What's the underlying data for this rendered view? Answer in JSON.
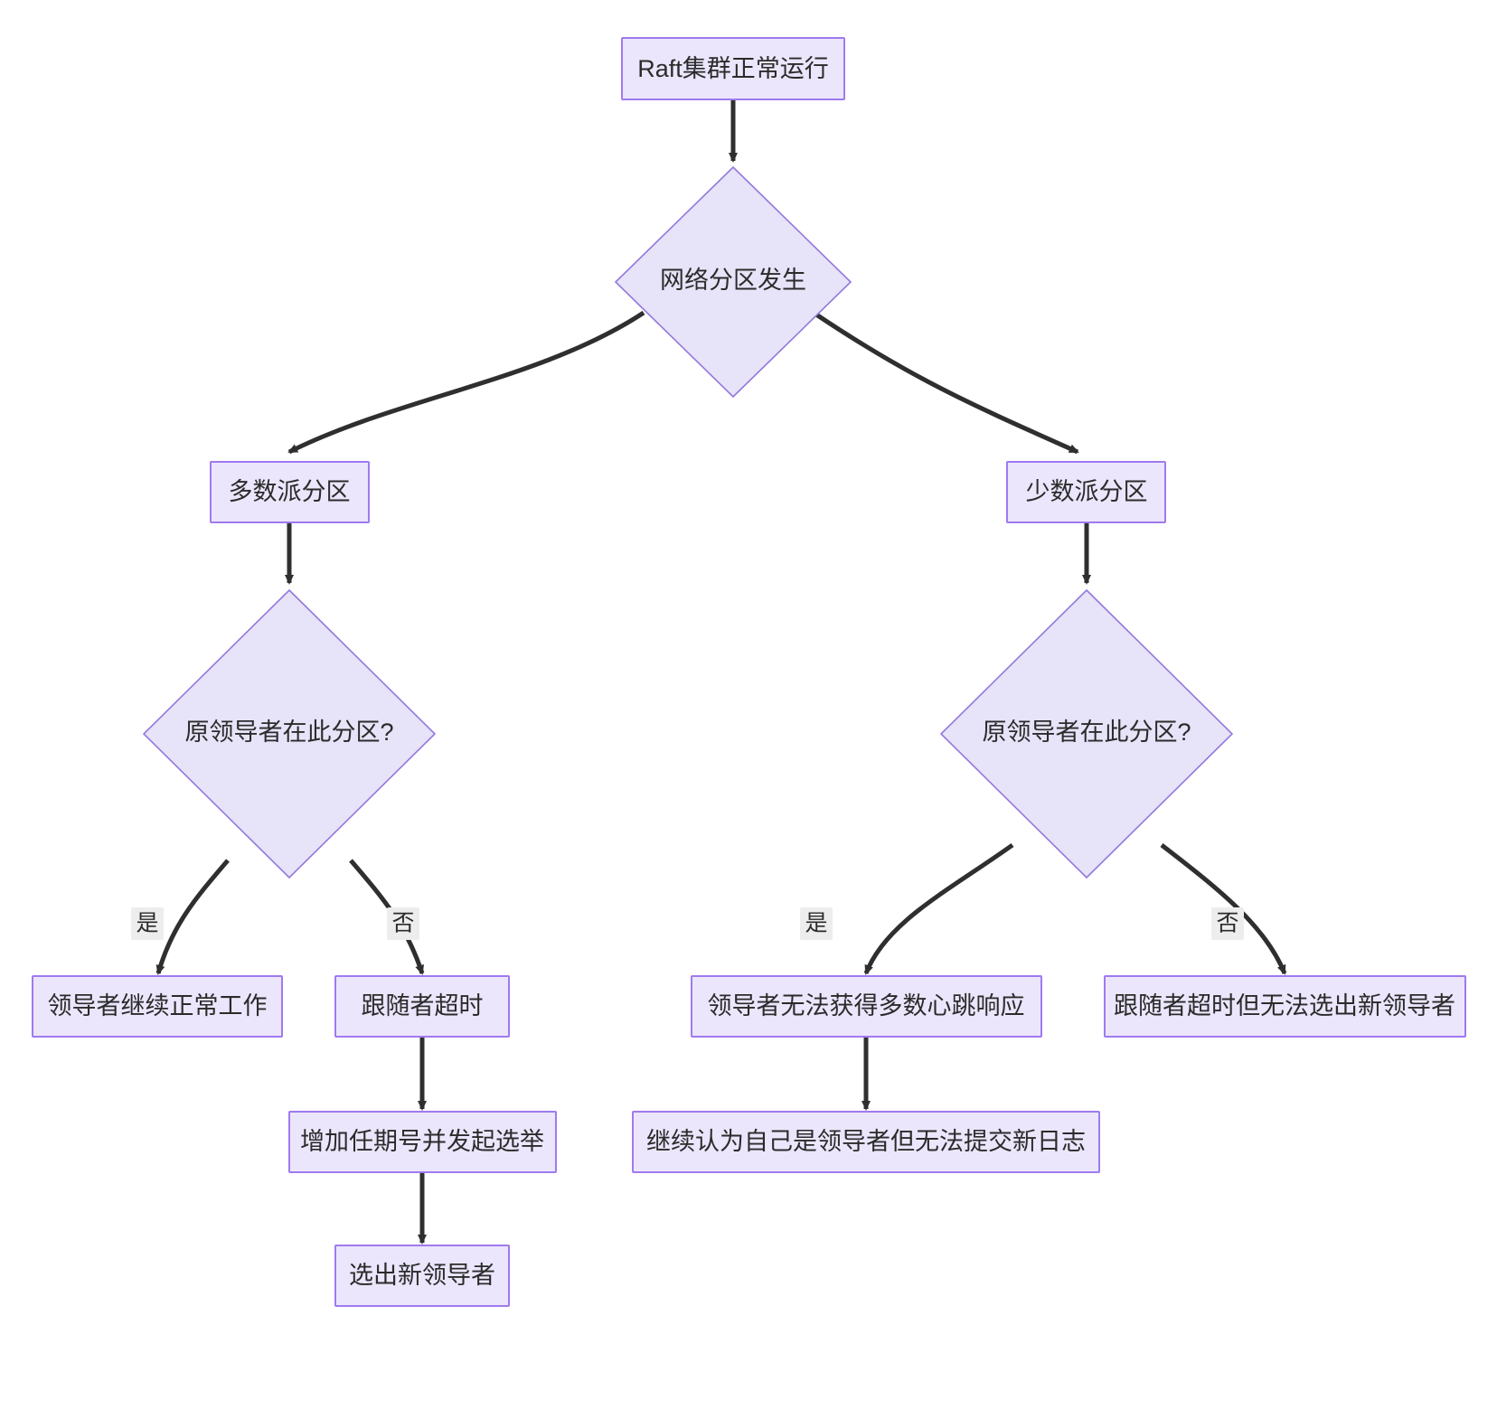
{
  "diagram": {
    "type": "flowchart",
    "direction": "top-down",
    "title_text": "",
    "theme": {
      "node_fill": "#ebe6fb",
      "node_stroke": "#9f7af0",
      "decision_fill": "#e7e3f8",
      "decision_stroke": "#9478dd",
      "edge_color": "#2f2f2f",
      "edge_label_bg": "#ededed",
      "text_color": "#2b2b2b",
      "background": "#ffffff"
    },
    "nodes": [
      {
        "id": "n1",
        "shape": "rect",
        "label": "Raft集群正常运行"
      },
      {
        "id": "n2",
        "shape": "diamond",
        "label": "网络分区发生"
      },
      {
        "id": "n3",
        "shape": "rect",
        "label": "多数派分区"
      },
      {
        "id": "n4",
        "shape": "rect",
        "label": "少数派分区"
      },
      {
        "id": "n5",
        "shape": "diamond",
        "label": "原领导者在此分区?"
      },
      {
        "id": "n6",
        "shape": "diamond",
        "label": "原领导者在此分区?"
      },
      {
        "id": "n7",
        "shape": "rect",
        "label": "领导者继续正常工作"
      },
      {
        "id": "n8",
        "shape": "rect",
        "label": "跟随者超时"
      },
      {
        "id": "n9",
        "shape": "rect",
        "label": "领导者无法获得多数心跳响应"
      },
      {
        "id": "n10",
        "shape": "rect",
        "label": "跟随者超时但无法选出新领导者"
      },
      {
        "id": "n11",
        "shape": "rect",
        "label": "增加任期号并发起选举"
      },
      {
        "id": "n12",
        "shape": "rect",
        "label": "继续认为自己是领导者但无法提交新日志"
      },
      {
        "id": "n13",
        "shape": "rect",
        "label": "选出新领导者"
      }
    ],
    "edges": [
      {
        "from": "n1",
        "to": "n2",
        "label": ""
      },
      {
        "from": "n2",
        "to": "n3",
        "label": ""
      },
      {
        "from": "n2",
        "to": "n4",
        "label": ""
      },
      {
        "from": "n3",
        "to": "n5",
        "label": ""
      },
      {
        "from": "n4",
        "to": "n6",
        "label": ""
      },
      {
        "from": "n5",
        "to": "n7",
        "label": "是"
      },
      {
        "from": "n5",
        "to": "n8",
        "label": "否"
      },
      {
        "from": "n6",
        "to": "n9",
        "label": "是"
      },
      {
        "from": "n6",
        "to": "n10",
        "label": "否"
      },
      {
        "from": "n8",
        "to": "n11",
        "label": ""
      },
      {
        "from": "n9",
        "to": "n12",
        "label": ""
      },
      {
        "from": "n11",
        "to": "n13",
        "label": ""
      }
    ]
  }
}
